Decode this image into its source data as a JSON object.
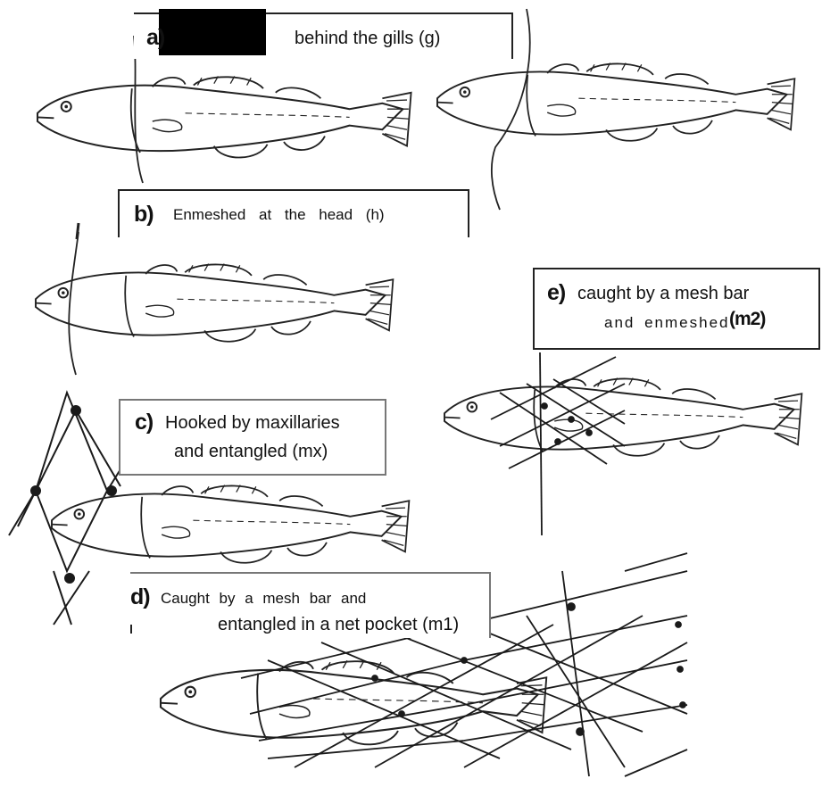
{
  "captions": {
    "a": {
      "tag": "a)",
      "text": "behind the gills (g)"
    },
    "b": {
      "tag": "b)",
      "text": "Enmeshed at the head (h)"
    },
    "c": {
      "tag": "c)",
      "line1": "Hooked by maxillaries",
      "line2": "and entangled (mx)"
    },
    "d": {
      "tag": "d)",
      "line1": "Caught by a mesh bar and",
      "line2": "entangled in a net pocket (m1)"
    },
    "e": {
      "tag": "e)",
      "line1": "caught by a mesh bar",
      "line2": "and enmeshed",
      "code": "(m2)"
    }
  },
  "colors": {
    "ink": "#222222",
    "net": "#1a1a1a",
    "paper": "#ffffff"
  }
}
